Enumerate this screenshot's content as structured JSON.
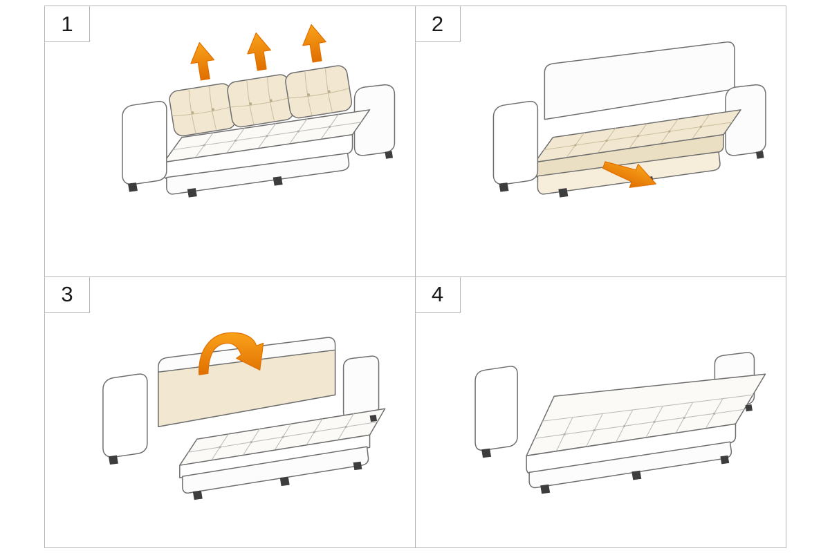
{
  "colors": {
    "background": "#ffffff",
    "grid_line": "#b3b3b3",
    "outline": "#6e6e6e",
    "cushion_cream": "#f2e8d2",
    "cushion_cream_dark": "#eadfc2",
    "arrow_orange": "#f9a21a",
    "arrow_orange_dark": "#e06f00",
    "number_color": "#1a1a1a"
  },
  "panels": [
    {
      "number": "1",
      "step": "lift-back-cushions",
      "icon": "up-arrows-icon"
    },
    {
      "number": "2",
      "step": "pull-out-seat-base",
      "icon": "pull-out-arrow-icon"
    },
    {
      "number": "3",
      "step": "fold-backrest-forward",
      "icon": "fold-arrow-icon"
    },
    {
      "number": "4",
      "step": "flat-bed-result",
      "icon": ""
    }
  ]
}
